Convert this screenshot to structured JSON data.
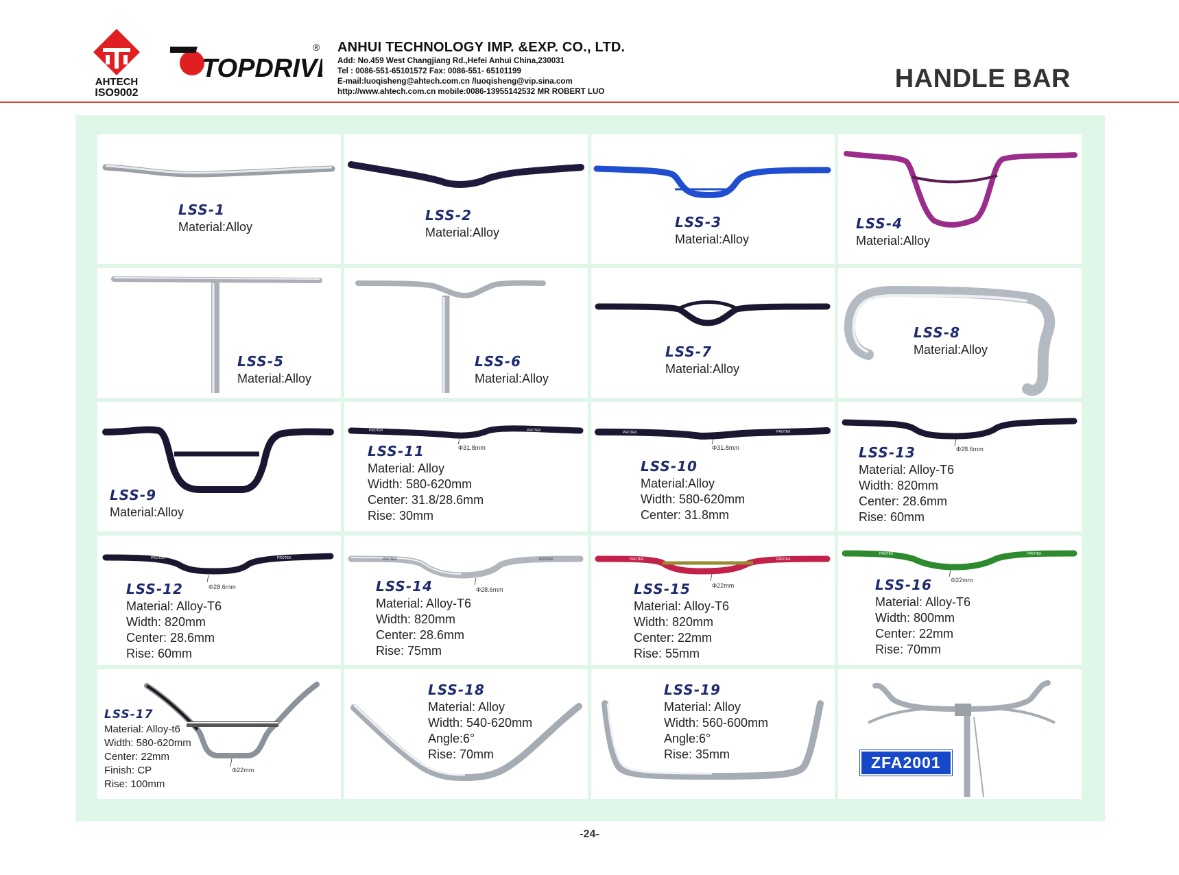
{
  "header": {
    "ahtech_logo_text": "AHTECH",
    "iso_text": "ISO9002",
    "brand": "TOPDRIVE",
    "registered": "®",
    "company_name": "ANHUI TECHNOLOGY IMP. &EXP. CO., LTD.",
    "address": "Add: No.459 West Changjiang Rd.,Hefei Anhui China,230031",
    "tel": "Tel : 0086-551-65101572  Fax: 0086-551- 65101199",
    "email": "E-mail:luoqisheng@ahtech.com.cn /luoqisheng@vip.sina.com",
    "web": "http://www.ahtech.com.cn  mobile:0086-13955142532 MR ROBERT LUO",
    "page_title": "HANDLE BAR"
  },
  "products": [
    {
      "model": "LSS-1",
      "specs": [
        "Material:Alloy"
      ],
      "color": "#b8bcc2"
    },
    {
      "model": "LSS-2",
      "specs": [
        "Material:Alloy"
      ],
      "color": "#1f1a3c"
    },
    {
      "model": "LSS-3",
      "specs": [
        "Material:Alloy"
      ],
      "color": "#1f4fd0"
    },
    {
      "model": "LSS-4",
      "specs": [
        "Material:Alloy"
      ],
      "color": "#9a2c8a"
    },
    {
      "model": "LSS-5",
      "specs": [
        "Material:Alloy"
      ],
      "color": "#b8bcc2"
    },
    {
      "model": "LSS-6",
      "specs": [
        "Material:Alloy"
      ],
      "color": "#b8bcc2"
    },
    {
      "model": "LSS-7",
      "specs": [
        "Material:Alloy"
      ],
      "color": "#1a1830"
    },
    {
      "model": "LSS-8",
      "specs": [
        "Material:Alloy"
      ],
      "color": "#c4c8ce"
    },
    {
      "model": "LSS-9",
      "specs": [
        "Material:Alloy"
      ],
      "color": "#1a1530"
    },
    {
      "model": "LSS-11",
      "specs": [
        "Material: Alloy",
        "Width: 580-620mm",
        "Center: 31.8/28.6mm",
        "Rise: 30mm"
      ],
      "dim": "Φ31.8mm",
      "color": "#1a1830"
    },
    {
      "model": "LSS-10",
      "specs": [
        "Material:Alloy",
        "Width: 580-620mm",
        "Center: 31.8mm"
      ],
      "dim": "Φ31.8mm",
      "color": "#1a1830"
    },
    {
      "model": "LSS-13",
      "specs": [
        "Material: Alloy-T6",
        "Width: 820mm",
        "Center: 28.6mm",
        "Rise: 60mm"
      ],
      "dim": "Φ28.6mm",
      "color": "#1a1830"
    },
    {
      "model": "LSS-12",
      "specs": [
        "Material: Alloy-T6",
        "Width: 820mm",
        "Center: 28.6mm",
        "Rise: 60mm"
      ],
      "dim": "Φ28.6mm",
      "color": "#1a1830"
    },
    {
      "model": "LSS-14",
      "specs": [
        "Material: Alloy-T6",
        "Width: 820mm",
        "Center: 28.6mm",
        "Rise: 75mm"
      ],
      "dim": "Φ28.6mm",
      "color": "#b8bcc2"
    },
    {
      "model": "LSS-15",
      "specs": [
        "Material: Alloy-T6",
        "Width: 820mm",
        "Center: 22mm",
        "Rise: 55mm"
      ],
      "dim": "Φ22mm",
      "color": "#c2224a"
    },
    {
      "model": "LSS-16",
      "specs": [
        "Material: Alloy-T6",
        "Width: 800mm",
        "Center: 22mm",
        "Rise: 70mm"
      ],
      "dim": "Φ22mm",
      "color": "#2e8a2e"
    },
    {
      "model": "LSS-17",
      "specs": [
        "Material: Alloy-t6",
        "Width: 580-620mm",
        "Center: 22mm",
        "Finish: CP",
        "Rise: 100mm"
      ],
      "dim": "Φ22mm",
      "color": "#9aa0a8"
    },
    {
      "model": "LSS-18",
      "specs": [
        "Material: Alloy",
        "Width: 540-620mm",
        "Angle:6°",
        "Rise: 70mm"
      ],
      "color": "#a6acb4"
    },
    {
      "model": "LSS-19",
      "specs": [
        "Material: Alloy",
        "Width: 560-600mm",
        "Angle:6°",
        "Rise: 35mm"
      ],
      "color": "#a6acb4"
    },
    {
      "model": "ZFA2001",
      "specs": [],
      "color": "#a6acb4"
    }
  ],
  "brand_print": "PROTEK",
  "page_number": "-24-"
}
